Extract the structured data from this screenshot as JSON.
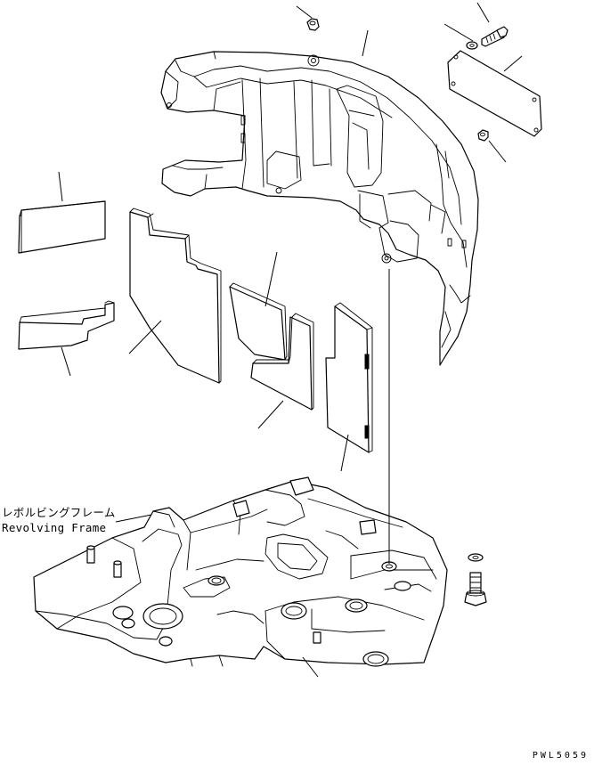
{
  "labels": {
    "frame_jp": "レボルビングフレーム",
    "frame_en": "Revolving Frame"
  },
  "drawing_code": "PWL5059"
}
